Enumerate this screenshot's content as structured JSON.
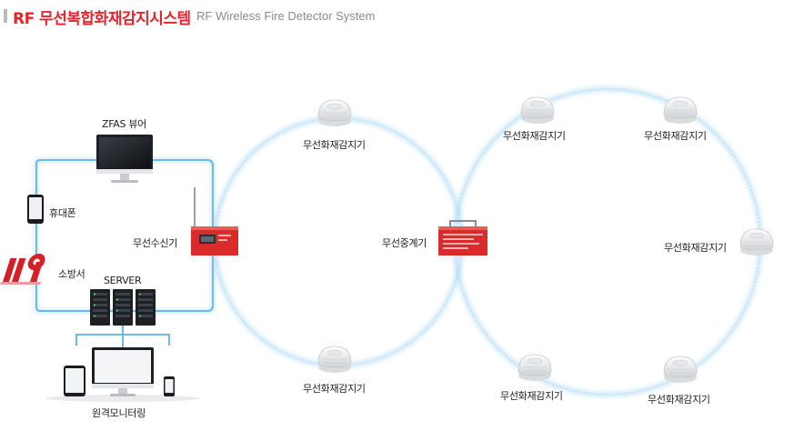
{
  "header": {
    "title": "RF 무선복합화재감지시스템",
    "subtitle": "RF Wireless Fire Detector System"
  },
  "colors": {
    "accent": "#e8232a",
    "network_line": "#7ec3ee",
    "ring_line": "#9fd3f3",
    "device_red": "#d92b2b"
  },
  "labels": {
    "zfas_viewer": "ZFAS 뷰어",
    "phone": "휴대폰",
    "fire_station": "소방서",
    "server": "SERVER",
    "remote_monitoring": "원격모니터링",
    "receiver": "무선수신기",
    "repeater": "무선중계기",
    "detector_left_top": "무선화재감지기",
    "detector_left_bottom": "무선화재감지기",
    "detector_r1": "무선화재감지기",
    "detector_r2": "무선화재감지기",
    "detector_r3": "무선화재감지기",
    "detector_r4": "무선화재감지기",
    "detector_r5": "무선화재감지기"
  },
  "logo_text": "119"
}
